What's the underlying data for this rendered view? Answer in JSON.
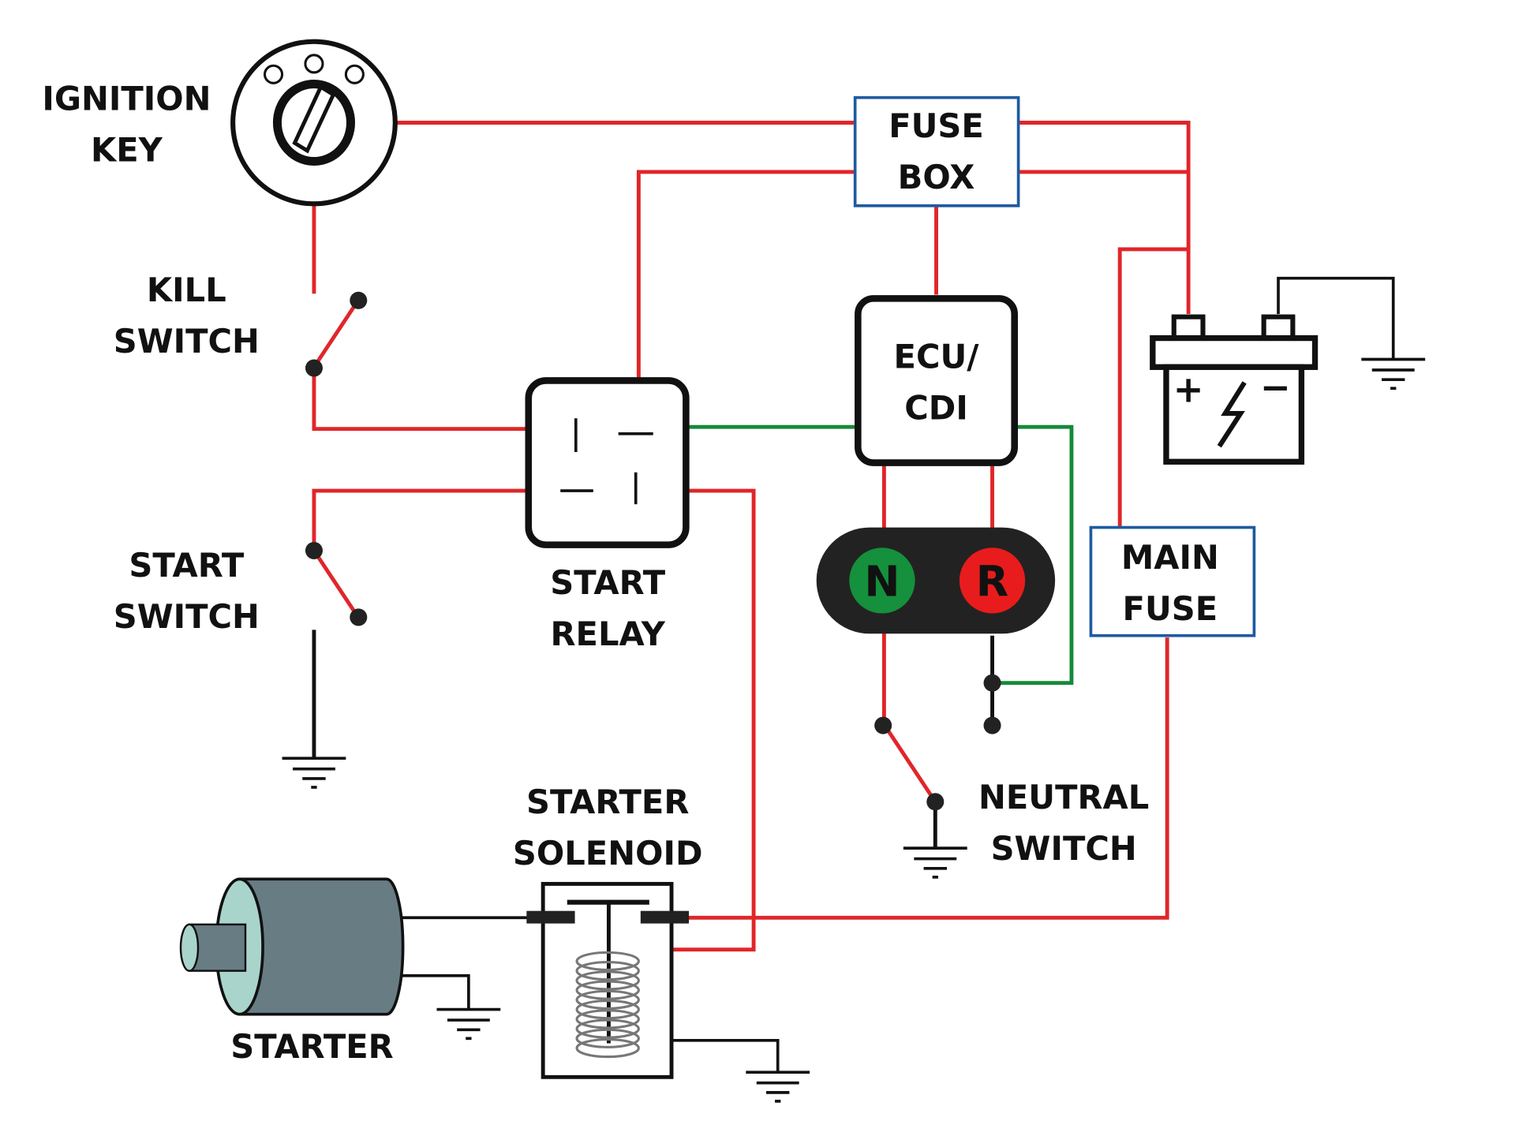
{
  "colors": {
    "positive_wire": "#e0262a",
    "signal_wire": "#158a3a",
    "ground_wire": "#111111",
    "fuse_border": "#1f5aa0",
    "starter_body": "#687c84",
    "starter_cap": "#a9d4cc"
  },
  "labels": {
    "ignition_key": [
      "IGNITION",
      "KEY"
    ],
    "kill_switch": [
      "KILL",
      "SWITCH"
    ],
    "start_switch": [
      "START",
      "SWITCH"
    ],
    "start_relay": [
      "START",
      "RELAY"
    ],
    "fuse_box": [
      "FUSE",
      "BOX"
    ],
    "ecu": [
      "ECU/",
      "CDI"
    ],
    "main_fuse": [
      "MAIN",
      "FUSE"
    ],
    "neutral_switch": [
      "NEUTRAL",
      "SWITCH"
    ],
    "starter_solenoid": [
      "STARTER",
      "SOLENOID"
    ],
    "starter": "STARTER",
    "indicator_n": "N",
    "indicator_r": "R",
    "battery_plus": "+",
    "battery_minus": "−"
  }
}
